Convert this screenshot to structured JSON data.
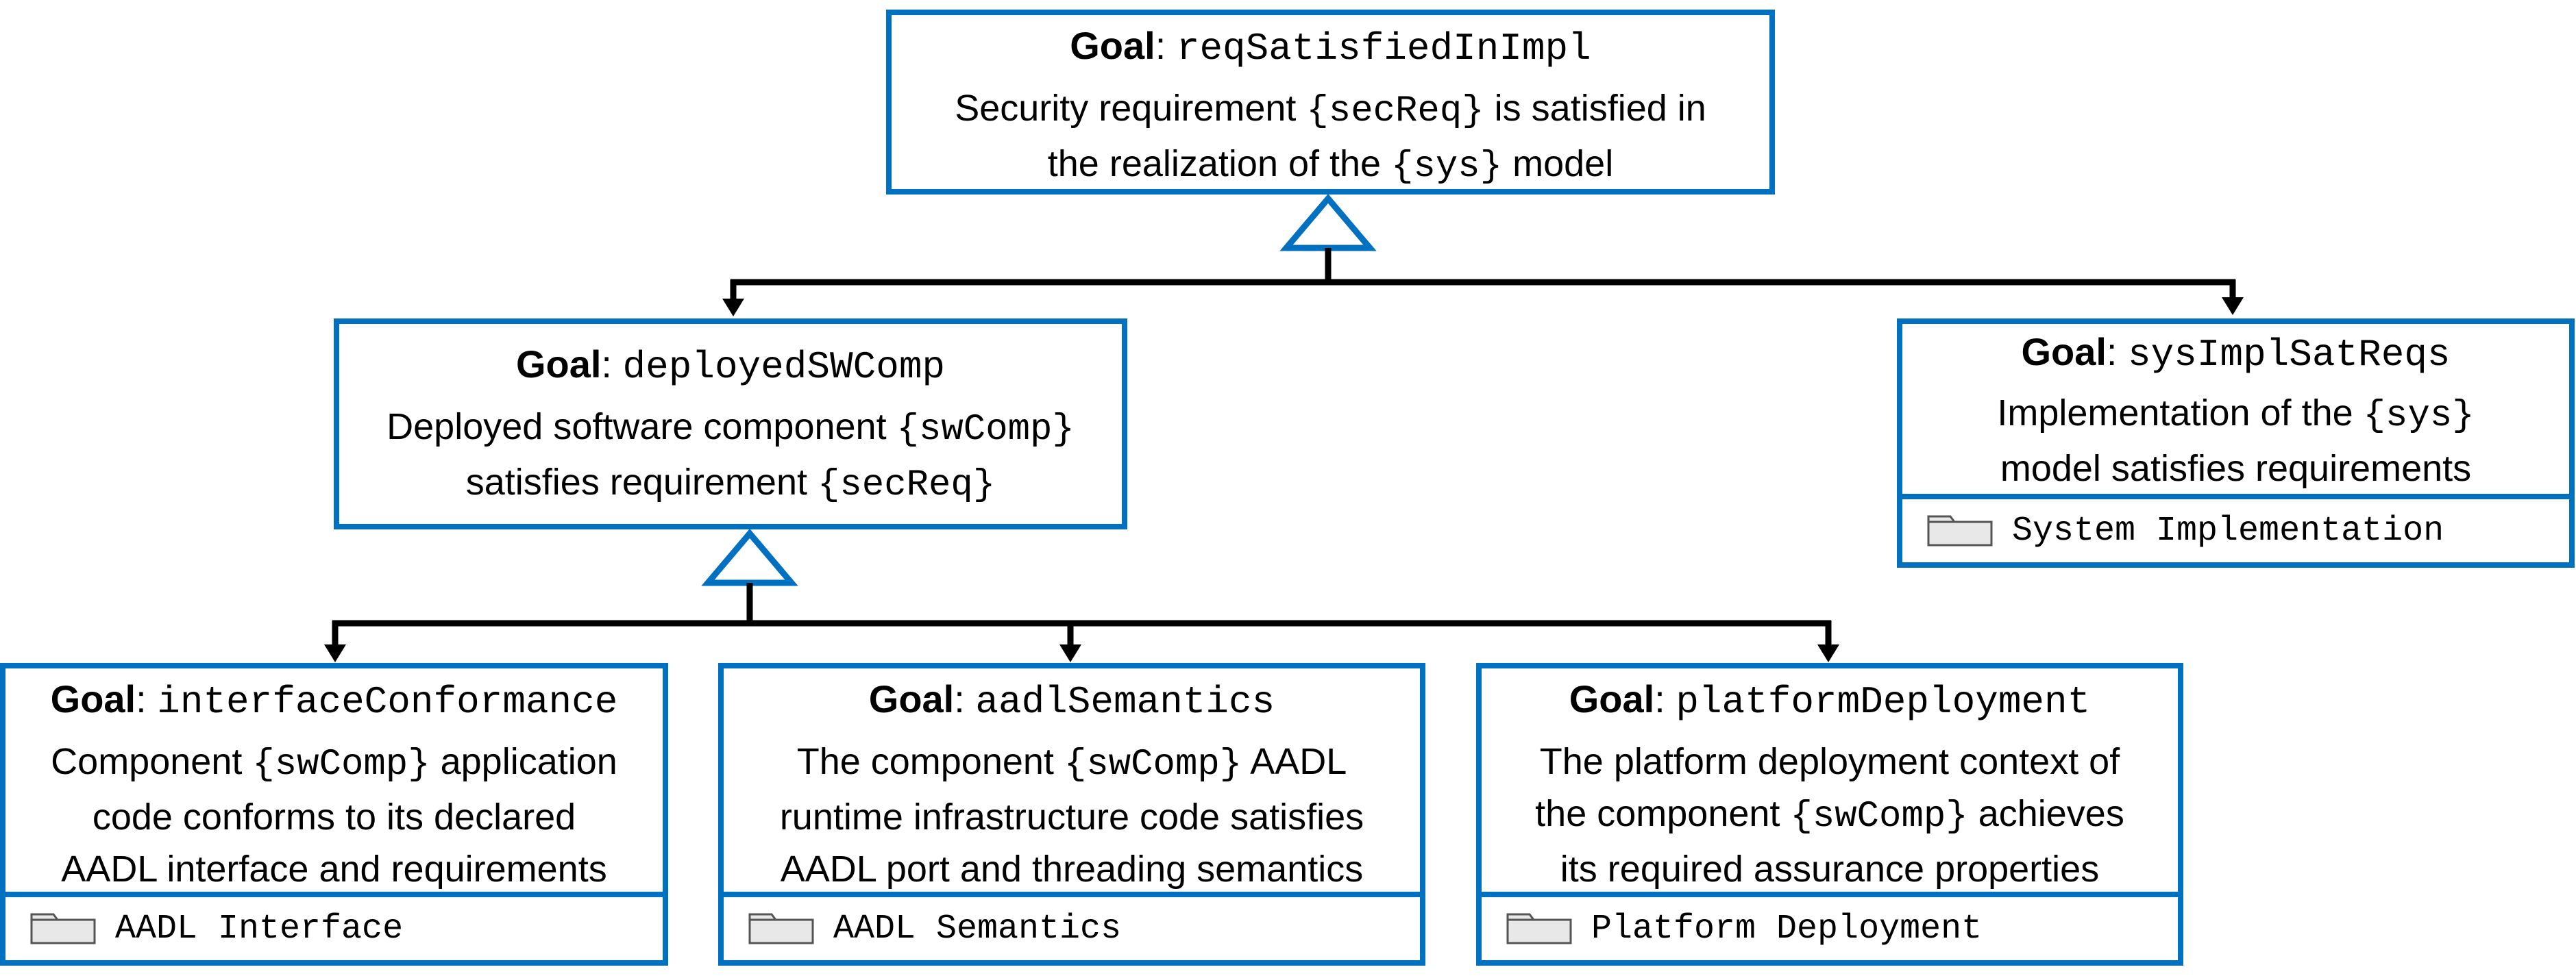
{
  "goals": {
    "root": {
      "label": "Goal",
      "sep": ":",
      "name": "reqSatisfiedInImpl",
      "desc": [
        "Security requirement ",
        "{secReq}",
        " is satisfied in",
        "the realization of the ",
        "{sys}",
        " model"
      ]
    },
    "deployed": {
      "label": "Goal",
      "sep": ":",
      "name": "deployedSWComp",
      "desc": [
        "Deployed software component ",
        "{swComp}",
        "satisfies requirement ",
        "{secReq}"
      ]
    },
    "sysimpl": {
      "label": "Goal",
      "sep": ":",
      "name": "sysImplSatReqs",
      "desc": [
        "Implementation of the ",
        "{sys}",
        "model satisfies requirements"
      ],
      "module": "System Implementation"
    },
    "interface": {
      "label": "Goal",
      "sep": ":",
      "name": "interfaceConformance",
      "desc": [
        "Component ",
        "{swComp}",
        " application",
        "code conforms to its declared",
        "AADL interface and requirements"
      ],
      "module": "AADL Interface"
    },
    "semantics": {
      "label": "Goal",
      "sep": ":",
      "name": "aadlSemantics",
      "desc": [
        "The component ",
        "{swComp}",
        " AADL",
        "runtime infrastructure code satisfies",
        "AADL port and threading semantics"
      ],
      "module": "AADL Semantics"
    },
    "platform": {
      "label": "Goal",
      "sep": ":",
      "name": "platformDeployment",
      "desc": [
        "The platform deployment context of",
        "the component ",
        "{swComp}",
        " achieves",
        "its required assurance properties"
      ],
      "module": "Platform Deployment"
    }
  },
  "colors": {
    "border": "#0070c0",
    "connector": "#000000",
    "folder_fill": "#e8e8e8",
    "folder_stroke": "#555555"
  },
  "icons": {
    "decomposition": "hollow-triangle-icon",
    "module": "folder-icon",
    "arrowhead": "arrowhead-icon"
  }
}
